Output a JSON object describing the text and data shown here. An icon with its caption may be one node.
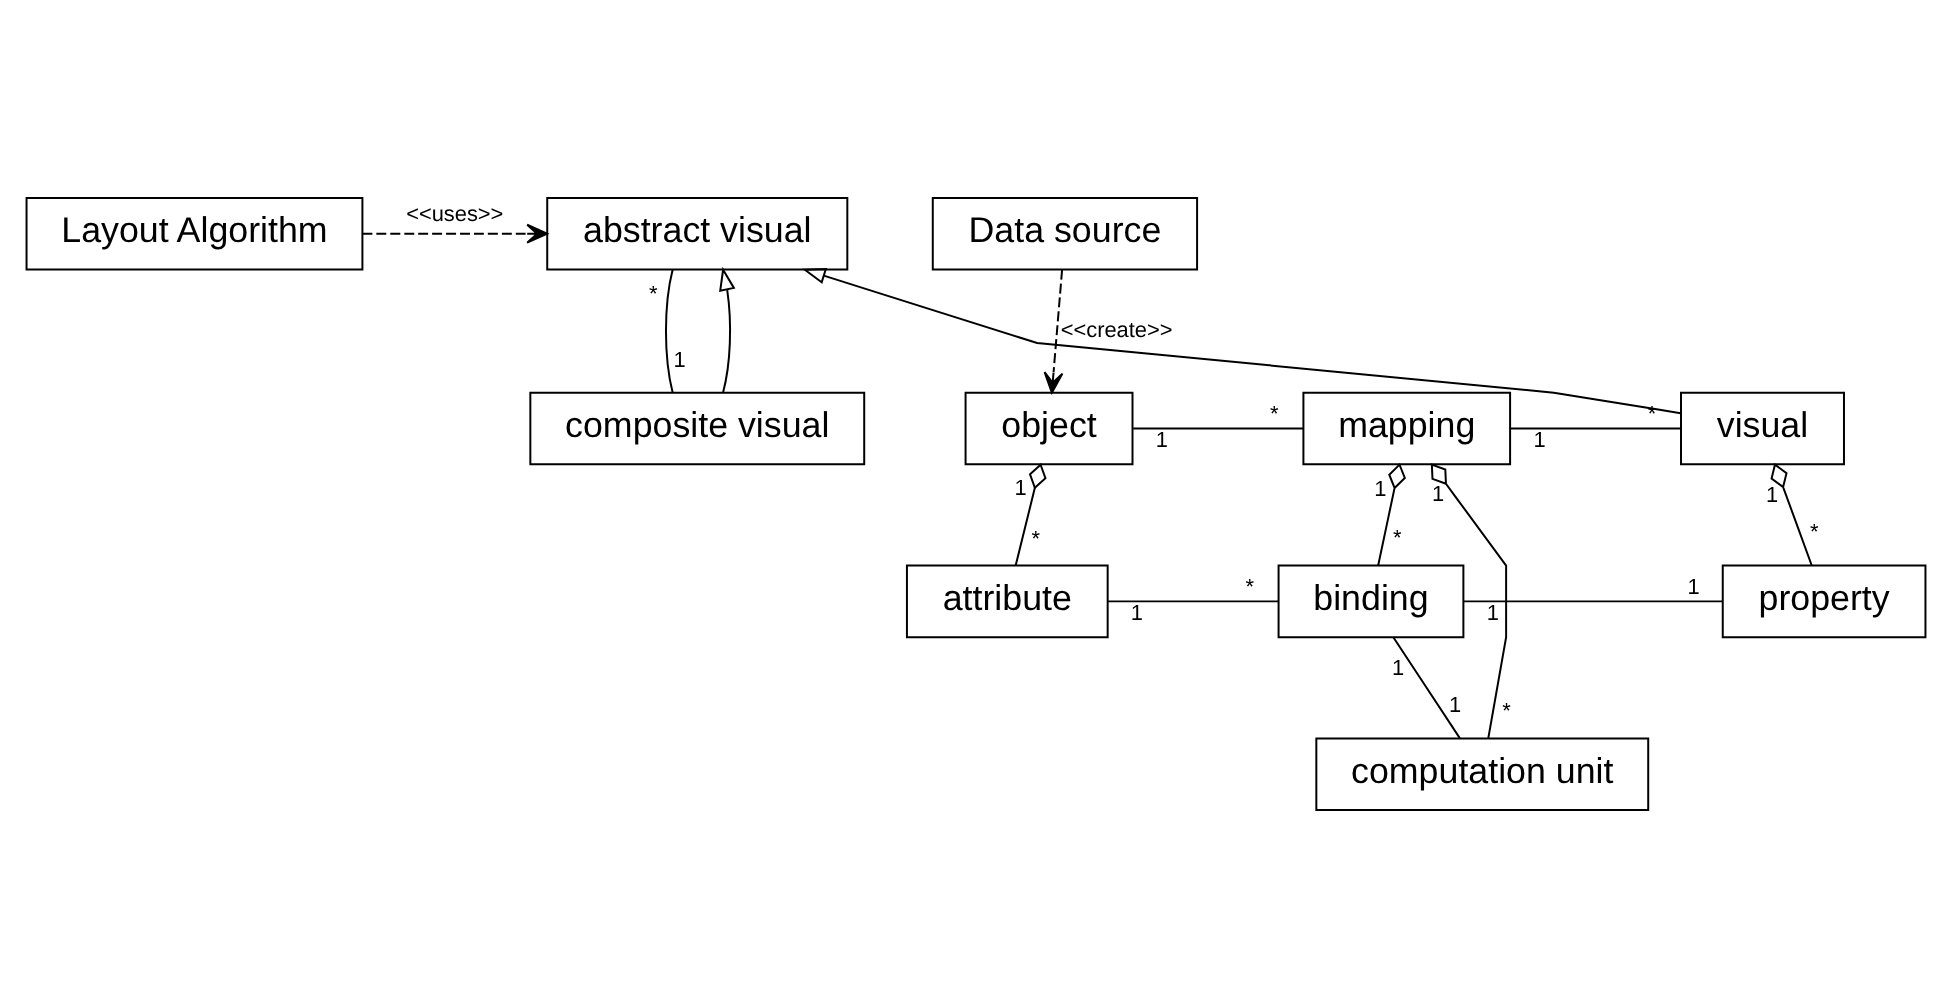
{
  "diagram": {
    "nodes": [
      {
        "text": [
          "Layout Algorithm"
        ]
      },
      {
        "text": [
          "abstract visual"
        ]
      },
      {
        "text": [
          "Data source"
        ]
      },
      {
        "text": [
          "object"
        ]
      },
      {
        "text": [
          "mapping"
        ]
      },
      {
        "text": [
          "visual"
        ]
      },
      {
        "text": [
          "composite visual"
        ]
      },
      {
        "text": [
          "attribute"
        ]
      },
      {
        "text": [
          "binding"
        ]
      },
      {
        "text": [
          "property"
        ]
      },
      {
        "text": [
          "computation unit"
        ]
      }
    ],
    "edges": [
      {
        "from": 0,
        "to": 1,
        "arrow": "to",
        "label": "<<uses>>",
        "style": "dashed"
      },
      {
        "from": 1,
        "to": 6,
        "arrow": "none"
      },
      {
        "from": 2,
        "to": 3,
        "arrow": "to",
        "label": "<<create>>",
        "style": "dashed"
      },
      {
        "from": 5,
        "to": 1,
        "arrow": "to"
      },
      {
        "from": 6,
        "to": 1,
        "arrow": "to"
      },
      {
        "from": 3,
        "to": 4,
        "arrow": "none"
      },
      {
        "from": 4,
        "to": 5,
        "arrow": "none"
      },
      {
        "from": 3,
        "to": 7,
        "arrow": "other"
      },
      {
        "from": 4,
        "to": 8,
        "arrow": "other"
      },
      {
        "from": 4,
        "to": 10,
        "arrow": "other"
      },
      {
        "from": 5,
        "to": 9,
        "arrow": "other"
      },
      {
        "from": 7,
        "to": 8,
        "arrow": "none"
      },
      {
        "from": 8,
        "to": 9,
        "arrow": "none"
      },
      {
        "from": 8,
        "to": 10,
        "arrow": "none"
      }
    ],
    "labels": [
      "*",
      "1",
      "1",
      "1",
      "1",
      "1",
      "1",
      "*",
      "1",
      "*",
      "*",
      "*",
      "*",
      "*",
      "1",
      "*",
      "1",
      "1",
      "1",
      "1"
    ]
  }
}
